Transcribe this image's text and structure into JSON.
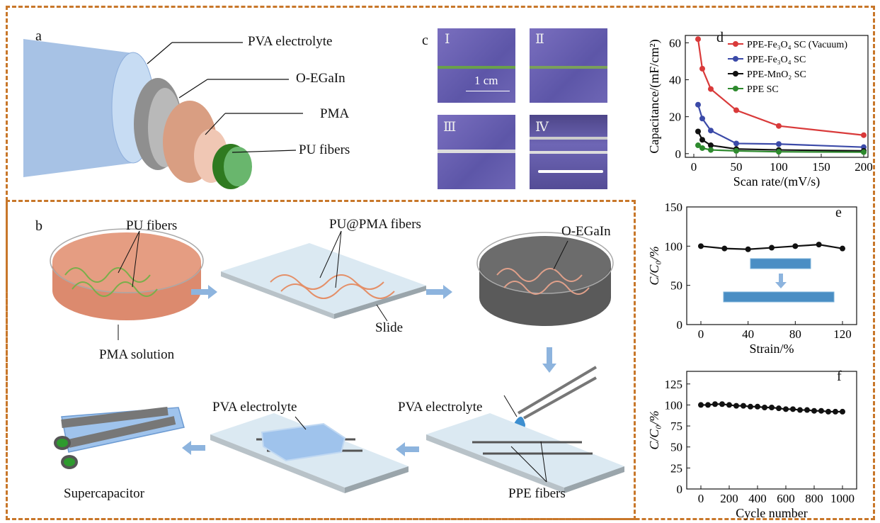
{
  "panels": {
    "a": "a",
    "b": "b",
    "c": "c",
    "d": "d",
    "e": "e",
    "f": "f"
  },
  "panel_a": {
    "labels": [
      "PVA electrolyte",
      "O-EGaIn",
      "PMA",
      "PU fibers"
    ]
  },
  "panel_b": {
    "pu_fibers": "PU fibers",
    "pma_solution": "PMA solution",
    "pu_pma_fibers": "PU@PMA fibers",
    "slide": "Slide",
    "o_egain": "O-EGaIn",
    "pva_electrolyte_drop": "PVA electrolyte",
    "ppe_fibers": "PPE fibers",
    "pva_electrolyte_film": "PVA electrolyte",
    "supercapacitor": "Supercapacitor"
  },
  "panel_c": {
    "roman": [
      "Ⅰ",
      "Ⅱ",
      "Ⅲ",
      "Ⅳ"
    ],
    "scale_bar": "1 cm"
  },
  "chart_data": [
    {
      "type": "line",
      "id": "d",
      "xlabel": "Scan rate/(mV/s)",
      "ylabel": "Capacitance/(mF/cm²)",
      "xlim": [
        -10,
        205
      ],
      "ylim": [
        -2,
        64
      ],
      "xticks": [
        0,
        50,
        100,
        150,
        200
      ],
      "yticks": [
        0,
        20,
        40,
        60
      ],
      "x": [
        5,
        10,
        20,
        50,
        100,
        200
      ],
      "series": [
        {
          "name": "PPE-Fe₃O₄ SC (Vacuum)",
          "color": "#d93a3a",
          "values": [
            62,
            46,
            35,
            23.5,
            15,
            10
          ]
        },
        {
          "name": "PPE-Fe₃O₄ SC",
          "color": "#3b4aa8",
          "values": [
            26.5,
            19,
            12.5,
            5.5,
            5.2,
            3.5
          ]
        },
        {
          "name": "PPE-MnO₂ SC",
          "color": "#111111",
          "values": [
            12,
            7.5,
            4.5,
            2.5,
            2,
            1.5
          ]
        },
        {
          "name": "PPE SC",
          "color": "#2e8a2e",
          "values": [
            4.5,
            3,
            2,
            1.5,
            1,
            0.8
          ]
        }
      ],
      "legend": "top-right"
    },
    {
      "type": "line",
      "id": "e",
      "xlabel": "Strain/%",
      "ylabel": "C/C₀/%",
      "xlim": [
        -12,
        132
      ],
      "ylim": [
        0,
        150
      ],
      "xticks": [
        0,
        40,
        80,
        120
      ],
      "yticks": [
        0,
        50,
        100,
        150
      ],
      "x": [
        0,
        20,
        40,
        60,
        80,
        100,
        120
      ],
      "series": [
        {
          "name": "",
          "color": "#111111",
          "values": [
            100,
            97,
            96,
            98,
            100,
            102,
            97
          ]
        }
      ]
    },
    {
      "type": "line",
      "id": "f",
      "xlabel": "Cycle number",
      "ylabel": "C/C₀/%",
      "xlim": [
        -100,
        1100
      ],
      "ylim": [
        0,
        140
      ],
      "xticks": [
        0,
        200,
        400,
        600,
        800,
        1000
      ],
      "yticks": [
        0,
        25,
        50,
        75,
        100,
        125
      ],
      "x": [
        0,
        50,
        100,
        150,
        200,
        250,
        300,
        350,
        400,
        450,
        500,
        550,
        600,
        650,
        700,
        750,
        800,
        850,
        900,
        950,
        1000
      ],
      "series": [
        {
          "name": "",
          "color": "#111111",
          "values": [
            100,
            100,
            101,
            101,
            100,
            99,
            99,
            98,
            98,
            97,
            97,
            96,
            95,
            95,
            94,
            94,
            93,
            93,
            92,
            92,
            92
          ]
        }
      ]
    }
  ]
}
